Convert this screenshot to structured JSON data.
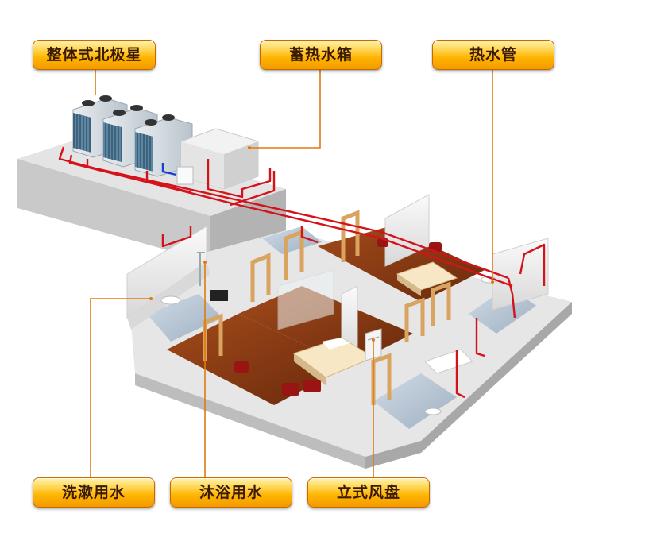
{
  "labels": {
    "unit": "整体式北极星",
    "tank": "蓄热水箱",
    "pipe": "热水管",
    "wash": "洗漱用水",
    "bath": "沐浴用水",
    "fan": "立式风盘"
  },
  "colors": {
    "label_fill": "#ffb400",
    "label_border": "#c86a00",
    "leader_line": "#e07a10",
    "hot_pipe": "#d4121a",
    "cold_pipe": "#1a3fcf",
    "wall": "#f2f2f2",
    "floor_wood": "#8a3a14",
    "tile": "#b8c6d4"
  },
  "icons": [
    "heat-pump-unit-icon",
    "storage-tank-icon",
    "pipe-icon",
    "faucet-icon",
    "shower-icon",
    "fan-coil-icon",
    "bed-icon",
    "sofa-icon"
  ]
}
